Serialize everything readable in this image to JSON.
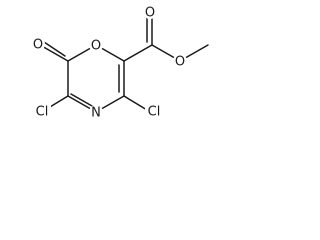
{
  "atoms": {
    "ring_oxygen": "O",
    "lactone_carbonyl_oxygen": "O",
    "nitrogen": "N",
    "chlorine_left": "Cl",
    "chlorine_right": "Cl",
    "ester_carbonyl_oxygen": "O",
    "ester_ether_oxygen": "O"
  }
}
